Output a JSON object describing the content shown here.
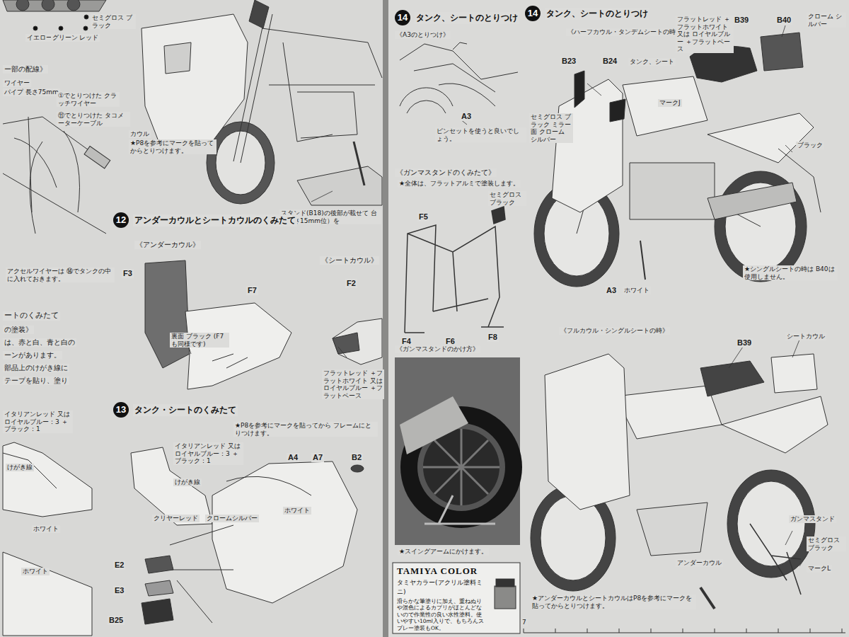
{
  "diagram": {
    "nodes": [
      {
        "text": [
          "12",
          "アンダーカウルとシートカウルのくみたて"
        ]
      },
      {
        "text": [
          "13",
          "タンク・シートのくみたて"
        ]
      },
      {
        "text": [
          "14",
          "タンク、シートのとりつけ"
        ]
      },
      {
        "text": [
          "14",
          "タンク、シートのとりつけ"
        ]
      },
      {
        "text": [
          "TAMIYA COLOR",
          "タミヤカラー(アクリル塗料ミニ)",
          "滑らかな筆塗りに加え、重ねぬりや混色によるカブリがほとんどないので作業性の良い水性塗料。使いやすい10ml入りで、もちろんスプレー塗装もOK。"
        ]
      }
    ],
    "labels": [
      "セミグロス ブラック",
      "イエロー",
      "グリーン",
      "レッド",
      "ー部の配線》",
      "ワイヤー",
      "パイプ 長さ75mm",
      "①でとりつけた クラッチワイヤー",
      "⑪でとりつけた タコメーターケーブル",
      "アクセルワイヤーは ⑭でタンクの中に入れておきます。",
      "ートのくみたて",
      "の塗装》",
      "は、赤と白、青と白の",
      "ーンがあります。",
      "部品上のけがき線に",
      "テープを貼り、塗り",
      "イタリアンレッド 又は ロイヤルブルー：3 ＋ブラック：1",
      "けがき線",
      "ホワイト",
      "ホワイト",
      "カウル",
      "★P8を参考にマークを貼ってからとりつけます。",
      "スタンド(B18)の後部が載せて 台（高さ15mm位）を",
      "《アンダーカウル》",
      "F3",
      "F7",
      "裏面 ブラック (F7も同様です)",
      "《シートカウル》",
      "F2",
      "フラットレッド ＋フラットホワイト 又は ロイヤルブルー ＋フラットベース",
      "★P8を参考にマークを貼ってから フレームにとりつけます。",
      "イタリアンレッド 又は ロイヤルブルー：3 ＋ブラック：1",
      "けがき線",
      "A4",
      "A7",
      "B2",
      "ホワイト",
      "クリヤーレッド",
      "クロームシルバー",
      "E2",
      "E3",
      "B25",
      "《A3のとりつけ》",
      "A3",
      "ピンセットを使うと良いでしょう。",
      "《ガンマスタンドのくみたて》",
      "★全体は、フラットアルミで塗装します。",
      "F5",
      "セミグロス ブラック",
      "F4",
      "F6",
      "F8",
      "《ガンマスタンドのかけ方》",
      "★スイングアームにかけます。",
      "《ハーフカウル・タンデムシートの時》",
      "B23",
      "B24",
      "タンク、シート",
      "B39",
      "B40",
      "フラットレッド ＋フラットホワイト 又は ロイヤルブルー ＋フラットベース",
      "クローム シルバー",
      "セミグロス ブラック ミラー面 クローム シルバー",
      "マークJ",
      "ブラック",
      "A3",
      "ホワイト",
      "★シングルシートの時は B40は使用しません。",
      "《フルカウル・シングルシートの時》",
      "B39",
      "シートカウル",
      "ガンマスタンド",
      "セミグロス ブラック",
      "マークL",
      "アンダーカウル",
      "★アンダーカウルとシートカウルはP8を参考にマークを貼ってからとりつけます。",
      "7"
    ]
  }
}
